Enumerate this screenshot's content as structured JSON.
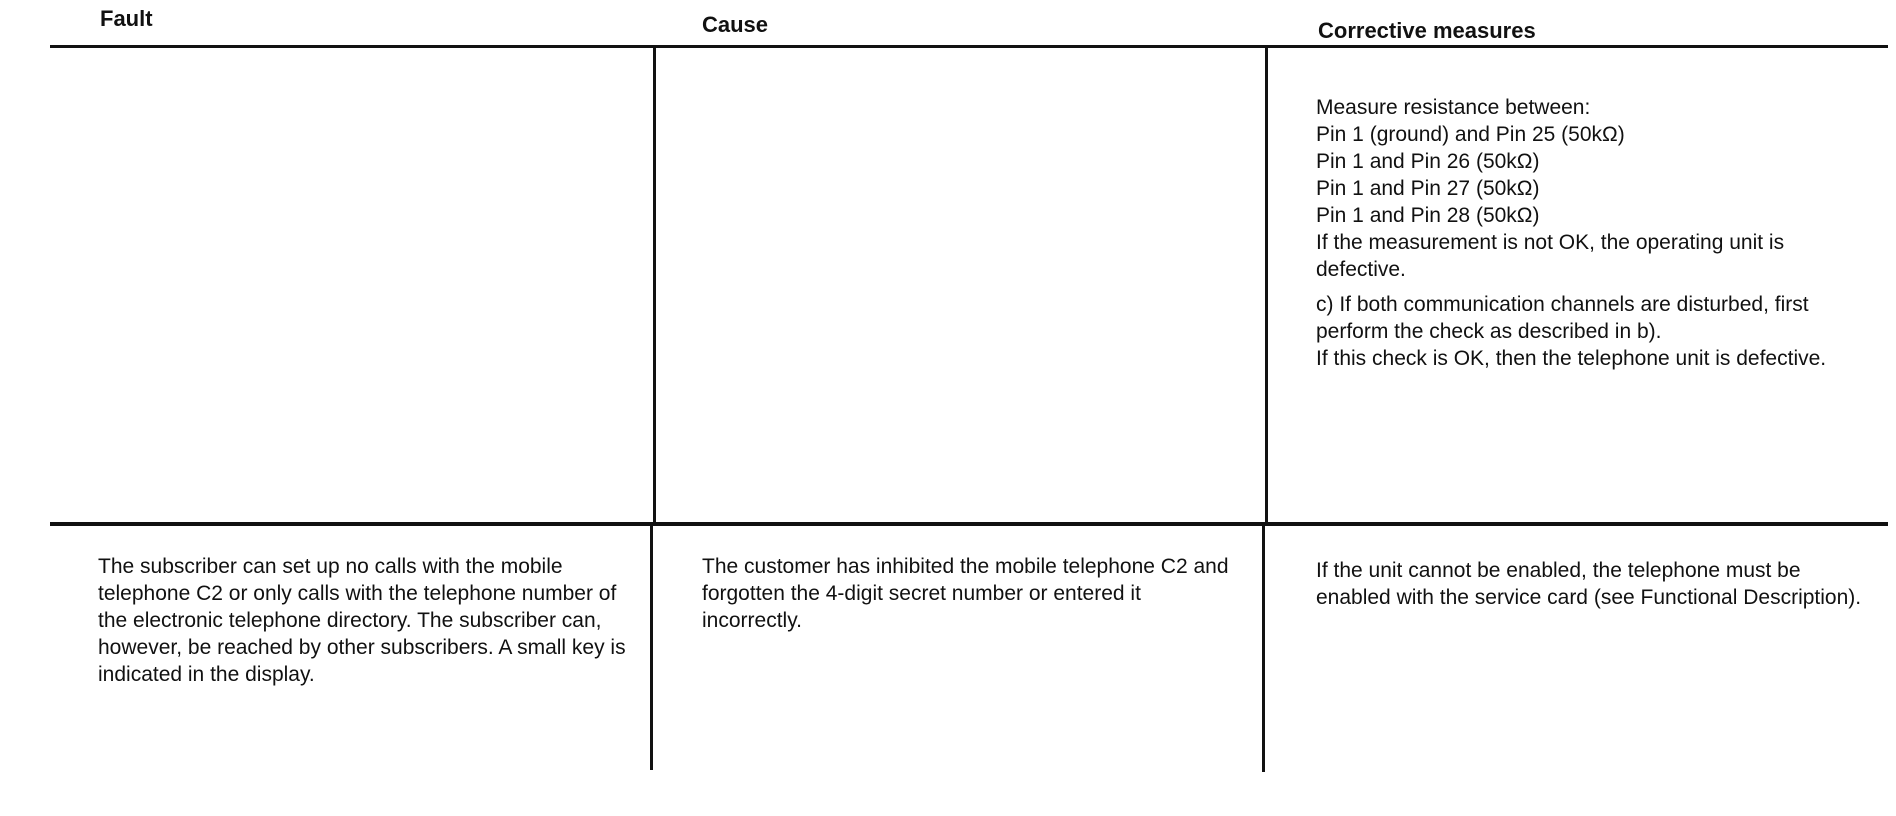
{
  "header": {
    "fault": "Fault",
    "cause": "Cause",
    "corrective": "Corrective measures"
  },
  "rows": [
    {
      "fault": "",
      "cause": "",
      "corrective_lines": [
        "Measure resistance between:",
        "Pin 1 (ground) and Pin 25 (50kΩ)",
        "Pin 1 and Pin 26 (50kΩ)",
        "Pin 1 and Pin 27 (50kΩ)",
        "Pin 1 and Pin 28 (50kΩ)",
        "If the measurement is not OK, the operating unit is defective."
      ],
      "corrective_lines_2": [
        "c) If both communication channels are disturbed, first perform the check as described in b).",
        "If this check is OK, then the telephone unit is defective."
      ]
    },
    {
      "fault": "The subscriber can set up no calls with the mobile telephone C2 or only calls with the telephone number of the electronic telephone directory. The subscriber can, however, be reached by other subscribers. A small key is indicated in the display.",
      "cause": "The customer has inhibited the mobile telephone C2 and forgotten the 4-digit secret number or entered it incorrectly.",
      "corrective": "If the unit cannot be enabled, the telephone must be enabled with the service card (see Functional Description)."
    }
  ]
}
